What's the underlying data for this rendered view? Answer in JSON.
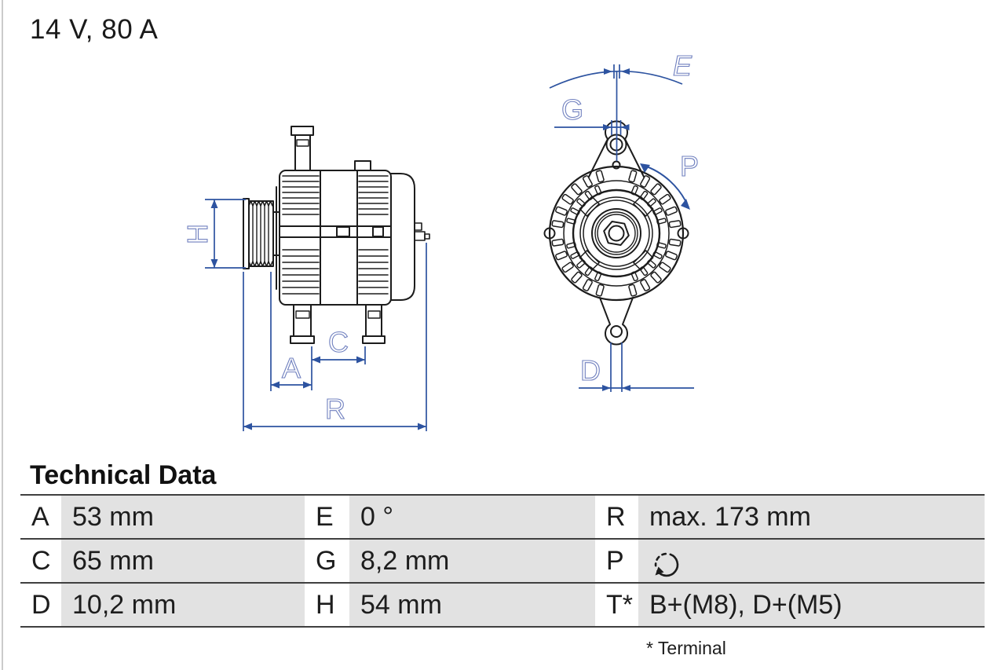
{
  "page": {
    "title": "14 V, 80 A"
  },
  "colors": {
    "drawing_line": "#1c1c1c",
    "dimension_line": "#2d53a0",
    "dimension_label": "#7080bf",
    "table_value_bg": "#e2e2e2",
    "table_rule": "#3f3f3f"
  },
  "drawing": {
    "side_view_labels": {
      "H": "H",
      "A": "A",
      "C": "C",
      "R": "R"
    },
    "front_view_labels": {
      "E": "E",
      "G": "G",
      "P": "P",
      "D": "D"
    },
    "rotation_direction": "clockwise"
  },
  "table": {
    "heading": "Technical Data",
    "rows": [
      {
        "cells": [
          {
            "key": "A",
            "value": "53 mm"
          },
          {
            "key": "E",
            "value": "0 °"
          },
          {
            "key": "R",
            "value": "max. 173 mm"
          }
        ]
      },
      {
        "cells": [
          {
            "key": "C",
            "value": "65 mm"
          },
          {
            "key": "G",
            "value": "8,2 mm"
          },
          {
            "key": "P",
            "value": "",
            "value_icon": "clockwise-rotation-arrow"
          }
        ]
      },
      {
        "cells": [
          {
            "key": "D",
            "value": "10,2 mm"
          },
          {
            "key": "H",
            "value": "54 mm"
          },
          {
            "key": "T*",
            "value": "B+(M8), D+(M5)"
          }
        ]
      }
    ],
    "footnote": "* Terminal"
  }
}
